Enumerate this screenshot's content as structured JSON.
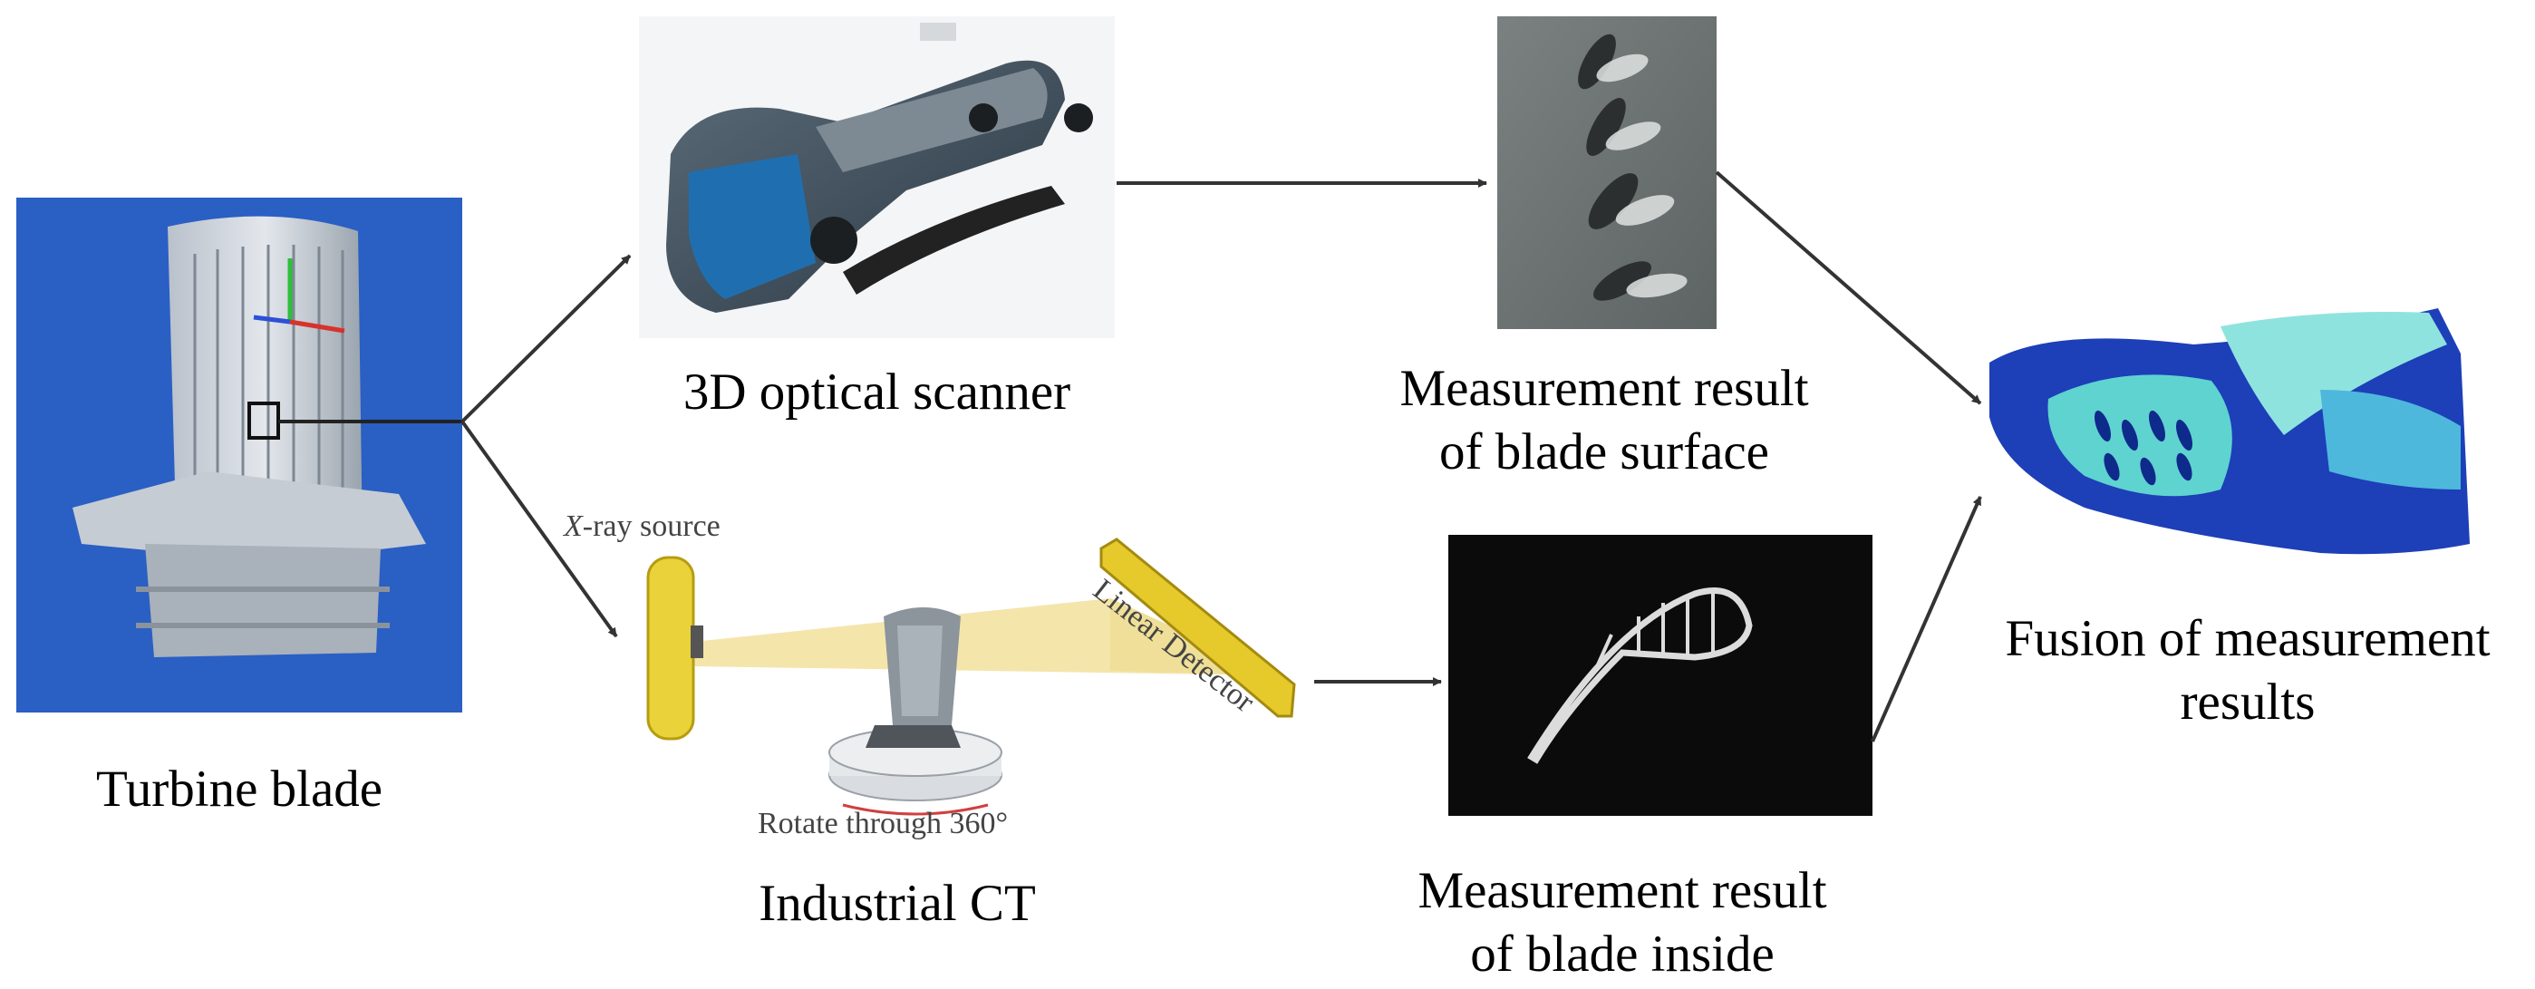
{
  "nodes": {
    "turbine_blade": {
      "label": "Turbine blade"
    },
    "optical_scanner": {
      "label": "3D optical scanner"
    },
    "industrial_ct": {
      "label": "Industrial CT"
    },
    "surface_result": {
      "line1": "Measurement result",
      "line2": "of blade surface"
    },
    "inside_result": {
      "line1": "Measurement result",
      "line2": "of blade inside"
    },
    "fusion": {
      "line1": "Fusion of measurement",
      "line2": "results"
    }
  },
  "ct_annotations": {
    "xray_source_italic": "X",
    "xray_source_rest": "-ray source",
    "linear_detector": "Linear Detector",
    "rotate": "Rotate through 360°"
  },
  "colors": {
    "blade_background": "#2a5fc4",
    "xray_beam": "#f3e4a6",
    "source_yellow": "#e9d23a",
    "fusion_dark_blue": "#1d3fb8",
    "fusion_cyan": "#5fd3cf",
    "ct_result_background": "#0b0b0b"
  }
}
